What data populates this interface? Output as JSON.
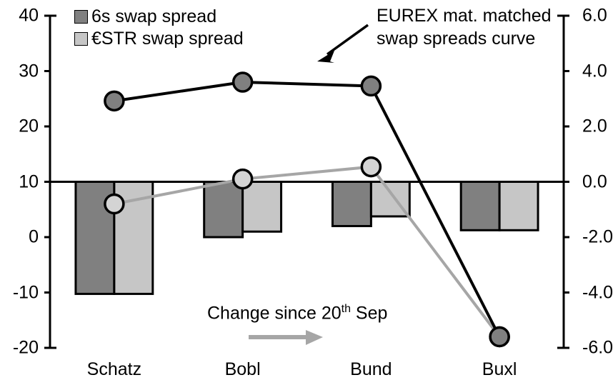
{
  "legend": {
    "items": [
      {
        "label": "6s swap spread",
        "color": "#808080"
      },
      {
        "label": "€STR swap spread",
        "color": "#c6c6c6"
      }
    ]
  },
  "annotations": {
    "curve_line1": "EUREX mat. matched",
    "curve_line2": "swap spreads curve",
    "change_prefix": "Change since 20",
    "change_sup": "th",
    "change_suffix": " Sep",
    "arrow_color": "#a6a6a6"
  },
  "chart_data": {
    "type": "bar",
    "title": "",
    "xlabel": "",
    "categories": [
      "Schatz",
      "Bobl",
      "Bund",
      "Buxl"
    ],
    "grid": false,
    "legend_position": "top-left",
    "axes": {
      "left": {
        "label": "",
        "ylim": [
          -20,
          40
        ],
        "ticks": [
          40,
          30,
          20,
          10,
          0,
          -10,
          -20
        ],
        "ticklabels": [
          "40",
          "30",
          "20",
          "10",
          "0",
          "-10",
          "-20"
        ]
      },
      "right": {
        "label": "",
        "ylim": [
          -6.0,
          6.0
        ],
        "ticks": [
          6.0,
          4.0,
          2.0,
          0.0,
          -2.0,
          -4.0,
          -6.0
        ],
        "ticklabels": [
          "6.0",
          "4.0",
          "2.0",
          "0.0",
          "-2.0",
          "-4.0",
          "-6.0"
        ]
      }
    },
    "series": [
      {
        "name": "6s swap spread",
        "kind": "bar",
        "axis": "right",
        "color": "#808080",
        "edge_color": "#000000",
        "values": [
          -4.05,
          -2.0,
          -1.6,
          -1.75
        ]
      },
      {
        "name": "€STR swap spread",
        "kind": "bar",
        "axis": "right",
        "color": "#c6c6c6",
        "edge_color": "#000000",
        "values": [
          -4.05,
          -1.8,
          -1.25,
          -1.75
        ]
      },
      {
        "name": "EUREX mat. matched swap spreads curve",
        "kind": "line",
        "axis": "left",
        "color": "#000000",
        "marker_fill": "#808080",
        "marker_edge": "#000000",
        "values": [
          24.6,
          28.0,
          27.3,
          -18.0
        ]
      },
      {
        "name": "Change since 20th Sep curve",
        "kind": "line",
        "axis": "left",
        "color": "#a6a6a6",
        "marker_fill": "#d4d4d4",
        "marker_edge": "#000000",
        "values": [
          6.0,
          10.5,
          12.7,
          -18.0
        ]
      }
    ]
  }
}
